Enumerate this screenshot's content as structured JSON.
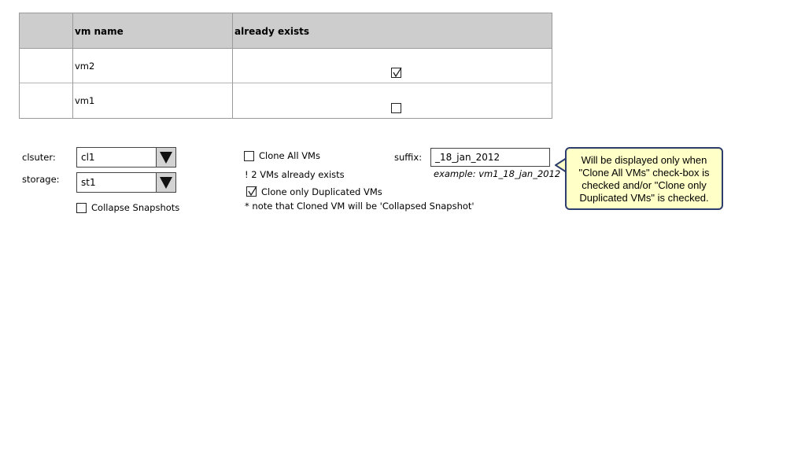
{
  "table": {
    "columns": [
      "",
      "vm name",
      "already exists"
    ],
    "rows": [
      {
        "vm_name": "vm2",
        "already_exists": true
      },
      {
        "vm_name": "vm1",
        "already_exists": false
      }
    ]
  },
  "form": {
    "cluster_label": "clsuter:",
    "cluster_value": "cl1",
    "storage_label": "storage:",
    "storage_value": "st1",
    "collapse_snapshots_label": "Collapse Snapshots",
    "collapse_snapshots_checked": false,
    "clone_all_label": "Clone All VMs",
    "clone_all_checked": false,
    "already_exists_warning": "! 2 VMs already exists",
    "clone_duplicated_label": "Clone only Duplicated VMs",
    "clone_duplicated_checked": true,
    "note": "* note that Cloned VM will be 'Collapsed Snapshot'",
    "suffix_label": "suffix:",
    "suffix_value": "_18_jan_2012",
    "suffix_example": "example: vm1_18_jan_2012"
  },
  "tooltip": {
    "text": "Will be displayed only when \"Clone All VMs\" check-box is checked and/or \"Clone only Duplicated VMs\" is checked."
  },
  "colors": {
    "header_bg": "#cdcdcd",
    "tooltip_bg": "#ffffc8",
    "tooltip_border": "#2c3d6e"
  }
}
